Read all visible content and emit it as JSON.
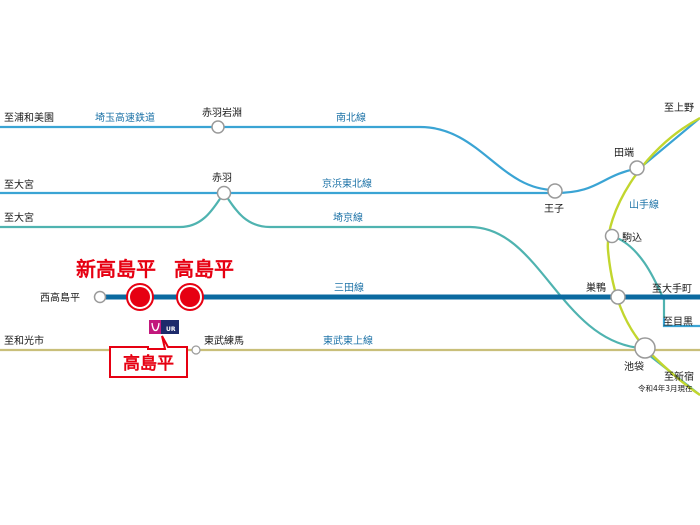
{
  "colors": {
    "light_blue_line": "#3aa4d4",
    "teal_line": "#4fb3b0",
    "dark_blue_line": "#0b6aa0",
    "yamanote_line": "#c2d62e",
    "olive_line": "#c9bf7a",
    "highlight_red": "#e60012",
    "ur_badge": "#1d2a6b"
  },
  "lines": {
    "saitama": "埼玉高速鉄道",
    "nanboku": "南北線",
    "keihin_tohoku": "京浜東北線",
    "saikyo": "埼京線",
    "mita": "三田線",
    "tobu_tojo": "東武東上線",
    "yamanote": "山手線"
  },
  "stations": {
    "akabane_iwabuchi": "赤羽岩淵",
    "akabane": "赤羽",
    "oji": "王子",
    "tabata": "田端",
    "komagome": "駒込",
    "sugamo": "巣鴨",
    "ikebukuro": "池袋",
    "tobu_nerima": "東武練馬",
    "nishidaishima": "西高島平",
    "shin_takashimadaira": "新高島平",
    "takashimadaira": "高島平"
  },
  "directions": {
    "urawa_misono": "至浦和美園",
    "omiya_1": "至大宮",
    "omiya_2": "至大宮",
    "wakoshi": "至和光市",
    "ueno": "至上野",
    "otemachi": "至大手町",
    "meguro": "至目黒",
    "shinjuku": "至新宿"
  },
  "badge": {
    "text": "UR"
  },
  "callout": "高島平",
  "note": "令和4年3月現在"
}
